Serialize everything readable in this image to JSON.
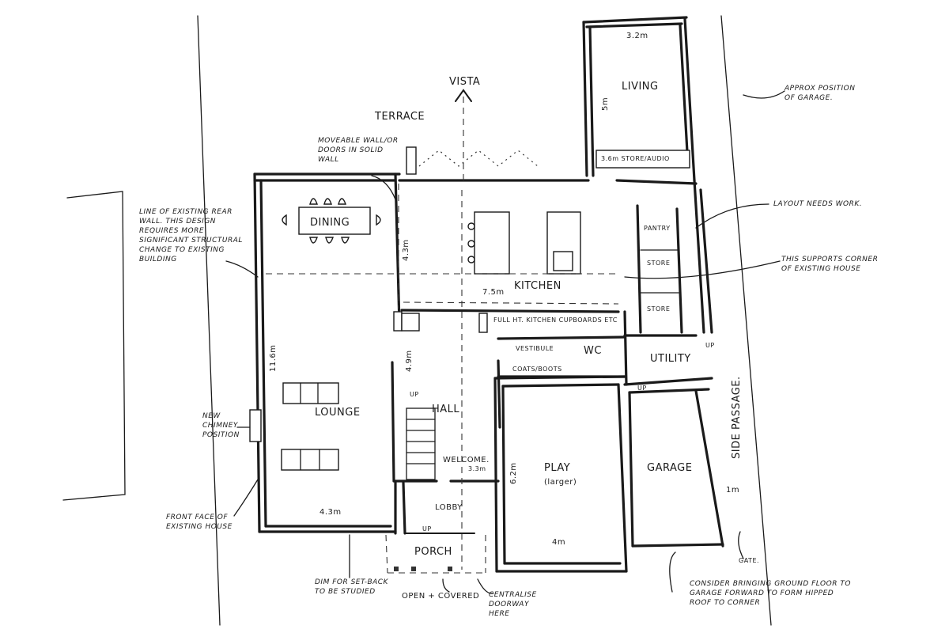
{
  "rooms": {
    "vista": "VISTA",
    "terrace": "TERRACE",
    "living": "LIVING",
    "dining": "DINING",
    "kitchen": "KITCHEN",
    "pantry": "PANTRY",
    "store_1": "STORE",
    "store_2": "STORE",
    "store_audio": "3.6m STORE/AUDIO",
    "kitchen_cupboards": "FULL HT. KITCHEN CUPBOARDS ETC",
    "vestibule": "VESTIBULE",
    "wc": "WC",
    "coats_boots": "COATS/BOOTS",
    "utility": "UTILITY",
    "hall": "HALL",
    "lounge": "LOUNGE",
    "welcome": "WELCOME.",
    "play": "PLAY",
    "play_sub": "(larger)",
    "garage": "GARAGE",
    "side_passage": "SIDE PASSAGE.",
    "lobby": "LOBBY",
    "porch": "PORCH",
    "gate": "GATE."
  },
  "dimensions": {
    "living_width": "3.2m",
    "living_depth": "5m",
    "kitchen_depth": "4.3m",
    "kitchen_width": "7.5m",
    "lounge_depth": "11.6m",
    "lounge_width": "4.3m",
    "hall_depth": "4.9m",
    "welcome_width": "3.3m",
    "play_depth": "6.2m",
    "play_width": "4m",
    "side_passage_width": "1m"
  },
  "annotations": {
    "moveable_wall": "MOVEABLE WALL/OR DOORS IN SOLID WALL",
    "existing_rear_wall": "LINE OF EXISTING REAR WALL. THIS DESIGN REQUIRES MORE SIGNIFICANT STRUCTURAL CHANGE TO EXISTING BUILDING",
    "garage_position": "APPROX POSITION OF GARAGE.",
    "layout_needs_work": "LAYOUT NEEDS WORK.",
    "supports_corner": "THIS SUPPORTS CORNER OF EXISTING HOUSE",
    "new_chimney": "NEW CHIMNEY POSITION",
    "front_face": "FRONT FACE OF EXISTING HOUSE",
    "dim_setback": "DIM FOR SET-BACK TO BE STUDIED",
    "open_covered": "OPEN + COVERED",
    "centralise_doorway": "CENTRALISE DOORWAY HERE",
    "consider_bringing": "CONSIDER BRINGING GROUND FLOOR TO GARAGE FORWARD TO FORM HIPPED ROOF TO CORNER"
  },
  "markers": {
    "up_stair": "UP",
    "up_porch": "UP",
    "up_utility": "UP",
    "up_passage": "UP"
  }
}
